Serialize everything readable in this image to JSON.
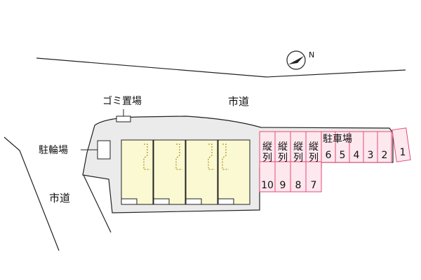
{
  "labels": {
    "road_top": "市道",
    "road_left": "市道",
    "garbage": "ゴミ置場",
    "bicycle": "駐輪場",
    "parking": "駐車場",
    "vertical_row": "縦列"
  },
  "north_symbol": "N",
  "parking_row_slots": [
    "6",
    "5",
    "4",
    "3",
    "2"
  ],
  "parking_single_slot": "1",
  "parking_vertical_slots": [
    "10",
    "9",
    "8",
    "7"
  ],
  "colors": {
    "lot": "#ebebeb",
    "building": "#fbf9d2",
    "parking_fill": "#fde8ef",
    "parking_line": "#e44d76",
    "dashed": "#a07a00"
  }
}
